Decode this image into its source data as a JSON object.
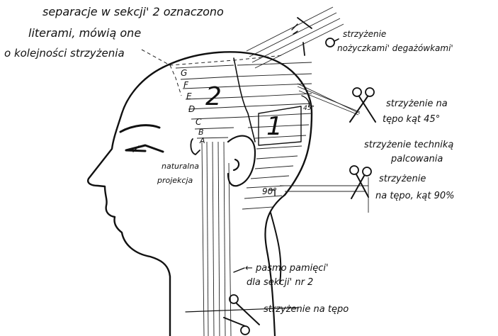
{
  "notes": {
    "header_line1": "separacje w sekcji' 2 oznaczono",
    "header_line2": "literami, mówią one",
    "header_line3": "o kolejności strzyżenia"
  },
  "sections": {
    "section1": "1",
    "section2": "2"
  },
  "letters": [
    "G",
    "F",
    "E",
    "D",
    "C",
    "B",
    "A"
  ],
  "labels": {
    "razor_line1": "strzyżenie",
    "razor_line2": "nożyczkami' degażówkami'",
    "cut45_line1": "strzyżenie na",
    "cut45_line2": "tępo kąt 45°",
    "technique_line1": "strzyżenie techniką",
    "technique_line2": "palcowania",
    "cut90_line1": "strzyżenie",
    "cut90_line2": "na tępo, kąt 90%",
    "natural_line1": "naturalna",
    "natural_line2": "projekcja",
    "guide_line1": "← pasmo pamięci'",
    "guide_line2": "dla sekcji' nr 2",
    "blunt_cut": "strzyżenie na tępo",
    "angle_45": "45°",
    "angle_90": "90°"
  }
}
